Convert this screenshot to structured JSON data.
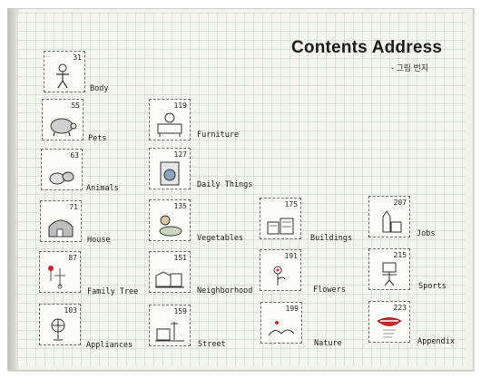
{
  "header": {
    "title": "Contents Address",
    "subtitle": "- 그림 번지"
  },
  "entries": [
    {
      "number": "31",
      "label": "Body",
      "icon": "body-icon"
    },
    {
      "number": "55",
      "label": "Pets",
      "icon": "turtle-icon"
    },
    {
      "number": "63",
      "label": "Animals",
      "icon": "animals-icon"
    },
    {
      "number": "71",
      "label": "House",
      "icon": "house-icon"
    },
    {
      "number": "87",
      "label": "Family Tree",
      "icon": "family-tree-icon"
    },
    {
      "number": "103",
      "label": "Appliances",
      "icon": "fan-icon"
    },
    {
      "number": "119",
      "label": "Furniture",
      "icon": "dresser-icon"
    },
    {
      "number": "127",
      "label": "Daily Things",
      "icon": "washing-machine-icon"
    },
    {
      "number": "135",
      "label": "Vegetables",
      "icon": "vegetables-icon"
    },
    {
      "number": "151",
      "label": "Neighborhood",
      "icon": "buildings-street-icon"
    },
    {
      "number": "159",
      "label": "Street",
      "icon": "street-icon"
    },
    {
      "number": "175",
      "label": "Buildings",
      "icon": "buildings-icon"
    },
    {
      "number": "191",
      "label": "Flowers",
      "icon": "flowers-icon"
    },
    {
      "number": "199",
      "label": "Nature",
      "icon": "nature-icon"
    },
    {
      "number": "207",
      "label": "Jobs",
      "icon": "jobs-icon"
    },
    {
      "number": "215",
      "label": "Sports",
      "icon": "robot-icon"
    },
    {
      "number": "223",
      "label": "Appendix",
      "icon": "lips-icon"
    }
  ],
  "colors": {
    "grid": "#9aaa9a",
    "accent_red": "#d0232a"
  }
}
